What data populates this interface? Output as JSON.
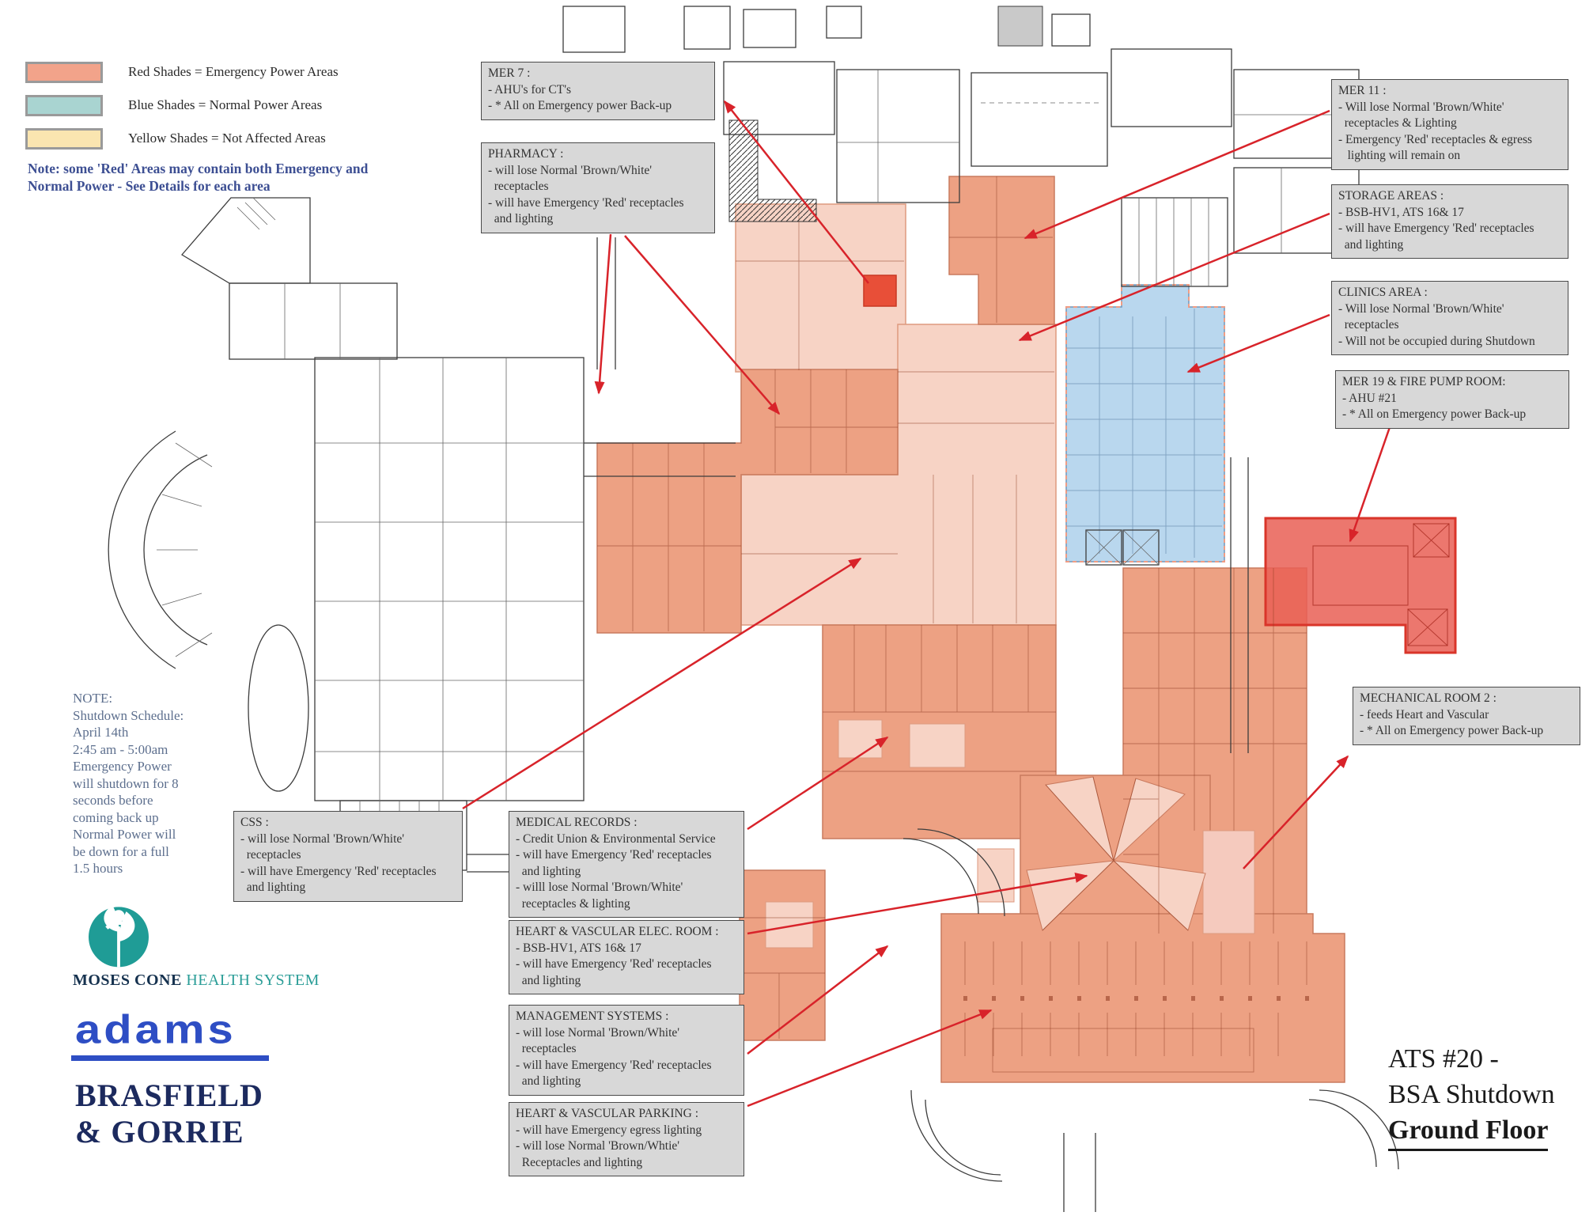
{
  "legend": {
    "items": [
      {
        "id": "red",
        "color": "#f2a38a",
        "label": "Red Shades = Emergency Power Areas"
      },
      {
        "id": "blue",
        "color": "#a9d4d1",
        "label": "Blue Shades = Normal Power Areas"
      },
      {
        "id": "yellow",
        "color": "#fae5b0",
        "label": "Yellow Shades = Not Affected Areas"
      }
    ]
  },
  "top_note": {
    "line1": "Note: some 'Red' Areas may contain both Emergency and",
    "line2": "Normal Power - See Details for each area"
  },
  "schedule_note": [
    "NOTE:",
    "Shutdown Schedule:",
    "April 14th",
    "2:45 am - 5:00am",
    "Emergency Power",
    "will shutdown for 8",
    "seconds before",
    "coming back up",
    "Normal Power will",
    "be down for a full",
    "1.5 hours"
  ],
  "callouts": {
    "mer7": {
      "title": "MER 7 :",
      "lines": [
        "- AHU's for CT's",
        "- * All on Emergency power Back-up"
      ]
    },
    "pharmacy": {
      "title": "PHARMACY :",
      "lines": [
        "- will lose Normal 'Brown/White'",
        "  receptacles",
        "- will have Emergency 'Red' receptacles",
        "  and lighting"
      ]
    },
    "mer11": {
      "title": "MER 11 :",
      "lines": [
        "- Will lose Normal 'Brown/White'",
        "  receptacles & Lighting",
        "- Emergency 'Red' receptacles & egress",
        "   lighting will remain on"
      ]
    },
    "storage": {
      "title": "STORAGE AREAS :",
      "lines": [
        "- BSB-HV1, ATS 16& 17",
        "- will have Emergency 'Red' receptacles",
        "  and lighting"
      ]
    },
    "clinics": {
      "title": "CLINICS AREA :",
      "lines": [
        "- Will lose Normal 'Brown/White'",
        "  receptacles",
        "- Will not be occupied during Shutdown"
      ]
    },
    "mer19": {
      "title": "MER 19 & FIRE PUMP ROOM:",
      "lines": [
        "- AHU #21",
        "- * All on Emergency power Back-up"
      ]
    },
    "mech2": {
      "title": "MECHANICAL ROOM 2 :",
      "lines": [
        "- feeds Heart and Vascular",
        "- * All on Emergency power Back-up"
      ]
    },
    "css": {
      "title": "CSS :",
      "lines": [
        "- will lose Normal 'Brown/White'",
        "  receptacles",
        "- will have Emergency 'Red' receptacles",
        "  and lighting"
      ]
    },
    "medrec": {
      "title": "MEDICAL RECORDS :",
      "lines": [
        "- Credit Union & Environmental Service",
        "- will have Emergency 'Red' receptacles",
        "  and lighting",
        "- willl lose Normal 'Brown/White'",
        "  receptacles & lighting"
      ]
    },
    "hv_elec": {
      "title": "HEART & VASCULAR ELEC. ROOM :",
      "lines": [
        "- BSB-HV1, ATS 16& 17",
        "- will have Emergency 'Red' receptacles",
        "  and lighting"
      ]
    },
    "mgmt": {
      "title": "MANAGEMENT SYSTEMS :",
      "lines": [
        "- will lose Normal 'Brown/White'",
        "  receptacles",
        "- will have Emergency 'Red' receptacles",
        "  and lighting"
      ]
    },
    "hv_parking": {
      "title": "HEART & VASCULAR PARKING :",
      "lines": [
        "- will have Emergency egress lighting",
        "- will lose Normal 'Brown/Whtie'",
        "  Receptacles and lighting"
      ]
    }
  },
  "logos": {
    "moses_cone": {
      "primary": "MOSES CONE",
      "secondary": " HEALTH SYSTEM"
    },
    "adams": {
      "text": "adams"
    },
    "brasfield_gorrie": {
      "line1": "BRASFIELD",
      "line2": "& GORRIE"
    }
  },
  "title_block": {
    "line1": "ATS #20 -",
    "line2": "BSA Shutdown",
    "line3": "Ground Floor"
  },
  "colors": {
    "arrow_red": "#d8232a",
    "emergency_light_pink": "#f7d3c5",
    "emergency_medium_salmon": "#eda183",
    "emergency_strong_red": "#e95f55",
    "mer7_highlight_red": "#e84f38",
    "normal_power_blue": "#b9d7ee",
    "legend_red": "#f2a38a",
    "legend_blue": "#a9d4d1",
    "legend_yellow": "#fae5b0",
    "note_blue": "#3d4f93",
    "schedule_text_blue": "#5d6f8e",
    "callout_background": "#d8d8d8"
  }
}
